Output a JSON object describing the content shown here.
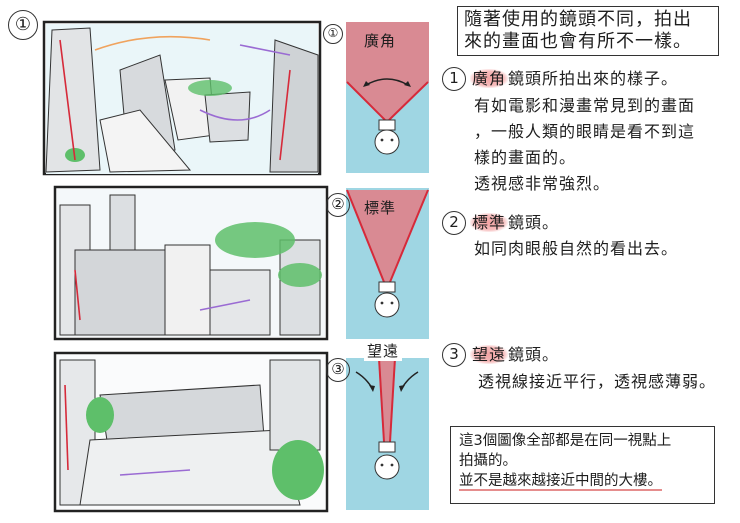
{
  "panels": [
    {
      "number": "①"
    },
    {
      "number": "②"
    },
    {
      "number": "③"
    }
  ],
  "lenses": [
    {
      "number": "①",
      "label": "廣角"
    },
    {
      "number": "②",
      "label": "標準"
    },
    {
      "number": "③",
      "label": "望遠"
    }
  ],
  "intro": [
    "隨著使用的鏡頭不同，拍出",
    "來的畫面也會有所不一樣。"
  ],
  "sections": [
    {
      "number": "1",
      "keyword": "廣角",
      "lead_rest": "鏡頭所拍出來的樣子。",
      "lines": [
        "有如電影和漫畫常見到的畫面",
        "，一般人類的眼睛是看不到這",
        "樣的畫面的。",
        "透視感非常強烈。"
      ]
    },
    {
      "number": "2",
      "keyword": "標準",
      "lead_rest": "鏡頭。",
      "lines": [
        "如同肉眼般自然的看出去。"
      ]
    },
    {
      "number": "3",
      "keyword": "望遠",
      "lead_rest": "鏡頭。",
      "lines": [
        "透視線接近平行，透視感薄弱。"
      ]
    }
  ],
  "note": {
    "lines": [
      "這3個圖像全部都是在同一視點上",
      "拍攝的。"
    ],
    "underlined": "並不是越來越接近中間的大樓。"
  },
  "colors": {
    "sky": "#9fd6e3",
    "fov": "#d98a93",
    "ray": "#d62a3a",
    "green": "#5ebf6a",
    "highlight": "#f3a3a3"
  }
}
